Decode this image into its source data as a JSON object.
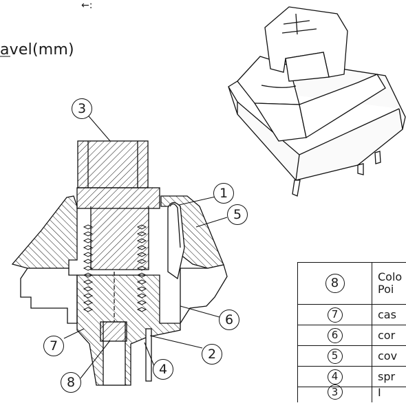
{
  "header": {
    "fragment": "←:",
    "travel_label": "avel(mm)"
  },
  "callouts": {
    "c1": "1",
    "c2": "2",
    "c3": "3",
    "c4": "4",
    "c5": "5",
    "c6": "6",
    "c7": "7",
    "c8": "8"
  },
  "legend": {
    "rows": [
      {
        "num": "8",
        "text": "Colo\nPoi"
      },
      {
        "num": "7",
        "text": "cas"
      },
      {
        "num": "6",
        "text": "cor"
      },
      {
        "num": "5",
        "text": "cov"
      },
      {
        "num": "4",
        "text": "spr"
      },
      {
        "num": "3",
        "text": "I"
      }
    ]
  },
  "colors": {
    "line": "#111111",
    "background": "#ffffff"
  }
}
